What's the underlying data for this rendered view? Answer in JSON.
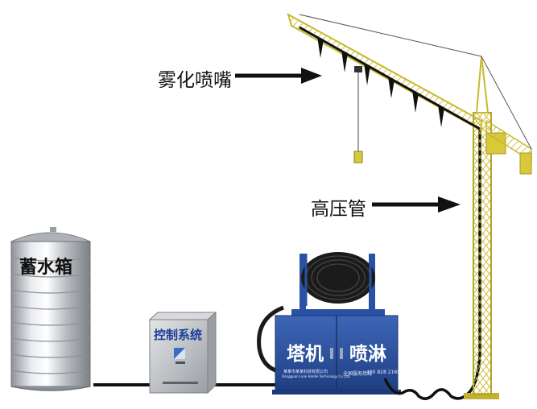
{
  "labels": {
    "spray_nozzle": "雾化喷嘴",
    "high_pressure_pipe": "高压管",
    "water_tank": "蓄水箱",
    "control_system": "控制系统",
    "tower_crane": "塔机",
    "spray": "喷淋"
  },
  "cabinet_small_text": {
    "left_line1": "某某市某某科技有限公司",
    "left_line2": "Dongguan Lvjie Hanfei Technology Co.,Ltd",
    "right_line1": "全国服务热线",
    "right_line2": "400 828 2165"
  },
  "colors": {
    "cabinet_blue": "#2a52a4",
    "crane_yellow": "#d6c63a",
    "steel": "#c9ccd0",
    "arrow": "#111111"
  }
}
